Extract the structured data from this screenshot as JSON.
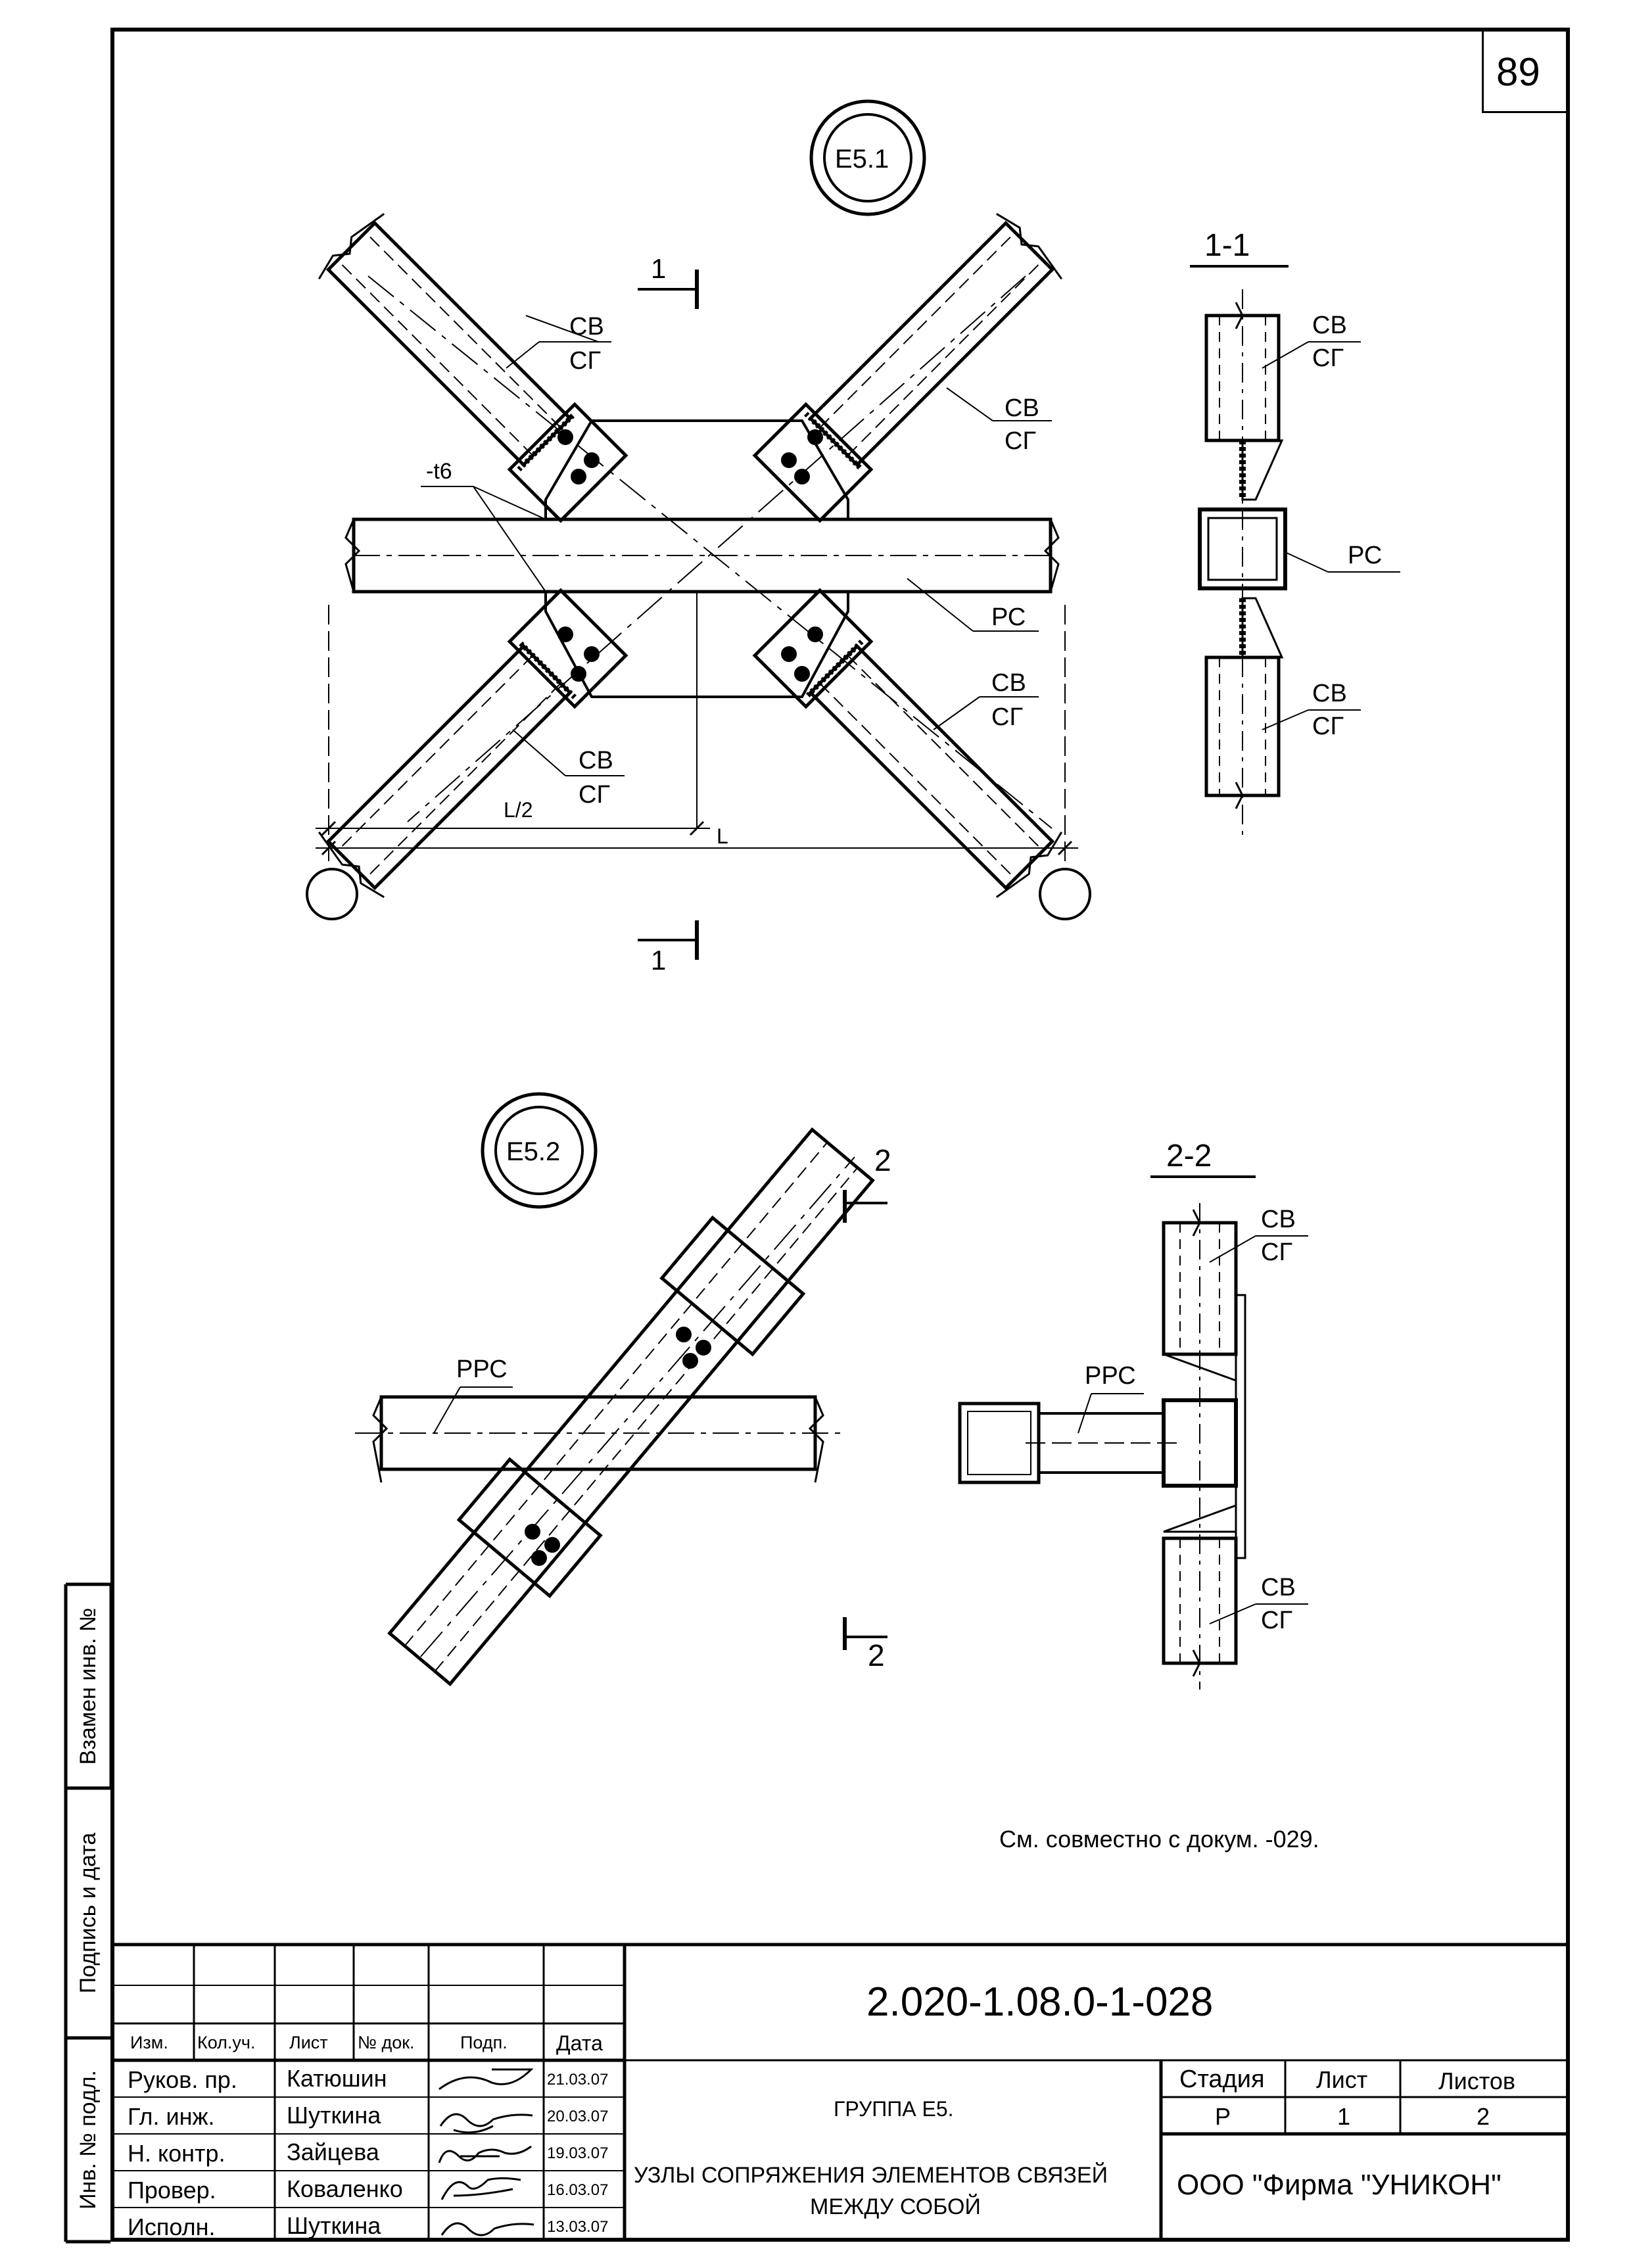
{
  "sheet_number": "89",
  "node_e51": {
    "marker": "E5.1",
    "section_title": "1-1",
    "section_mark": "1",
    "labels": {
      "sv": "СВ",
      "sg": "СГ",
      "rs": "РС",
      "t6": "-t6",
      "half_l": "L/2",
      "l": "L"
    }
  },
  "node_e52": {
    "marker": "E5.2",
    "section_title": "2-2",
    "section_mark": "2",
    "labels": {
      "rrs": "РРС",
      "sv": "СВ",
      "sg": "СГ"
    }
  },
  "note": "См. совместно с докум. -029.",
  "side_stamp": {
    "vzamen": "Взамен инв. №",
    "podpis": "Подпись и дата",
    "inv": "Инв. № подл."
  },
  "title_block": {
    "doc_code": "2.020-1.08.0-1-028",
    "headers": [
      "Изм.",
      "Кол.уч.",
      "Лист",
      "№ док.",
      "Подп.",
      "Дата"
    ],
    "rows": [
      {
        "role": "Руков. пр.",
        "name": "Катюшин",
        "date": "21.03.07"
      },
      {
        "role": "Гл. инж.",
        "name": "Шуткина",
        "date": "20.03.07"
      },
      {
        "role": "Н. контр.",
        "name": "Зайцева",
        "date": "19.03.07"
      },
      {
        "role": "Провер.",
        "name": "Коваленко",
        "date": "16.03.07"
      },
      {
        "role": "Исполн.",
        "name": "Шуткина",
        "date": "13.03.07"
      }
    ],
    "group": "ГРУППА Е5.",
    "title_line1": "УЗЛЫ СОПРЯЖЕНИЯ ЭЛЕМЕНТОВ СВЯЗЕЙ",
    "title_line2": "МЕЖДУ СОБОЙ",
    "stage_header": "Стадия",
    "sheet_header": "Лист",
    "sheets_header": "Листов",
    "stage": "Р",
    "sheet": "1",
    "sheets": "2",
    "company": "ООО  \"Фирма \"УНИКОН\""
  }
}
